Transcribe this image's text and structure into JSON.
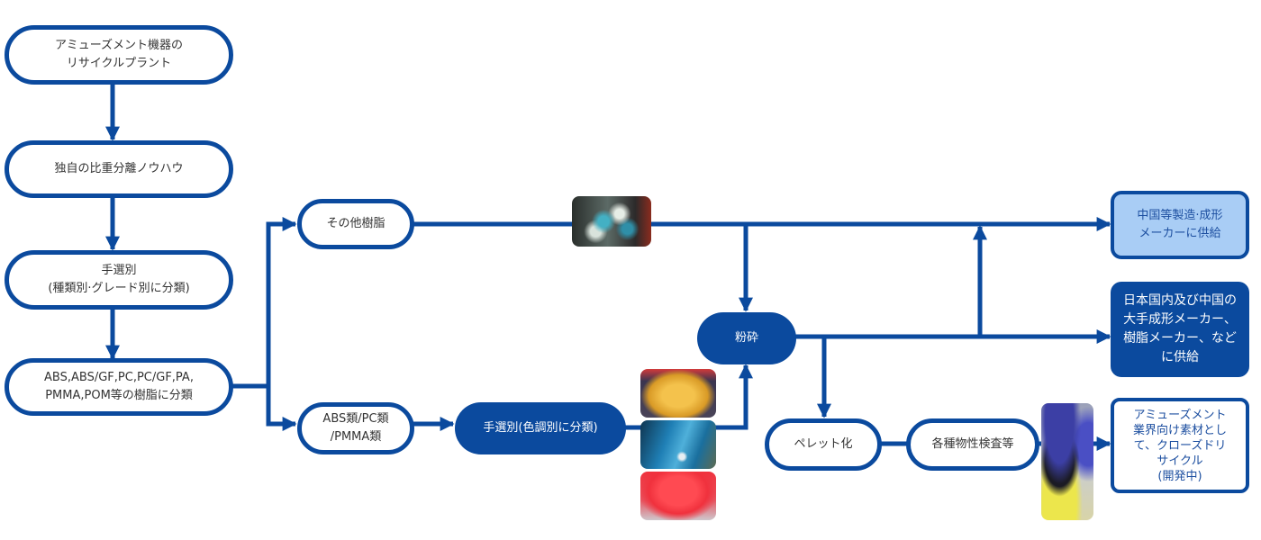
{
  "diagram": {
    "colors": {
      "primary": "#0b4a9e",
      "light_fill": "#a9cdf5",
      "text": "#333333",
      "light_text": "#1d4fa0"
    },
    "nodes": {
      "plant": "アミューズメント機器の\nリサイクルプラント",
      "separation": "独自の比重分離ノウハウ",
      "hand_sort": "手選別\n(種類別·グレード別に分類)",
      "resin_classify": "ABS,ABS/GF,PC,PC/GF,PA,\nPMMA,POM等の樹脂に分類",
      "other_resin": "その他樹脂",
      "abs_pc_pmma": "ABS類/PC類\n/PMMA類",
      "color_sort": "手選別(色調別に分類)",
      "crushing": "粉砕",
      "pelletize": "ペレット化",
      "inspection": "各種物性検査等",
      "supply_china": "中国等製造·成形\nメーカーに供給",
      "supply_japan": "日本国内及び中国の\n大手成形メーカー、\n樹脂メーカー、など\nに供給",
      "closed_recycle": "アミューズメント\n業界向け素材とし\nて、クローズドリ\nサイクル\n(開発中)"
    },
    "photos": [
      {
        "name": "mixed-resin-photo",
        "subject": "mixed resin flakes",
        "colors": [
          "#2a2f2c",
          "#3aa3b8",
          "#dfe7df",
          "#8a2b1e"
        ]
      },
      {
        "name": "yellow-flakes-photo",
        "subject": "yellow resin flakes",
        "colors": [
          "#3a3550",
          "#e0a62c",
          "#f1c04a"
        ]
      },
      {
        "name": "blue-flakes-photo",
        "subject": "blue resin flakes",
        "colors": [
          "#143a55",
          "#1f7fb5",
          "#5fb6dc"
        ]
      },
      {
        "name": "red-flakes-photo",
        "subject": "red resin flakes",
        "colors": [
          "#c9c3c8",
          "#f0313d",
          "#ff5058"
        ]
      },
      {
        "name": "pellets-photo",
        "subject": "resin pellets in jars",
        "colors": [
          "#2c2f8a",
          "#1b1b24",
          "#e8e24a",
          "#c8ccd4"
        ]
      }
    ]
  }
}
